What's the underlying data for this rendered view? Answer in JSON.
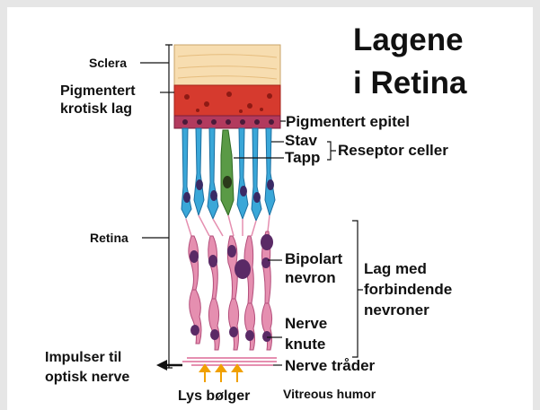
{
  "title": {
    "line1": "Lagene",
    "line2": "i Retina"
  },
  "labels": {
    "sclera": "Sclera",
    "pigment_layer_1": "Pigmentert",
    "pigment_layer_2": "krotisk lag",
    "retina": "Retina",
    "pigment_epithelium": "Pigmentert epitel",
    "rod": "Stav",
    "cone": "Tapp",
    "receptor_cells": "Reseptor celler",
    "bipolar_1": "Bipolart",
    "bipolar_2": "nevron",
    "connecting_1": "Lag med",
    "connecting_2": "forbindende",
    "connecting_3": "nevroner",
    "ganglion_1": "Nerve",
    "ganglion_2": "knute",
    "nerve_fibers": "Nerve tråder",
    "impulse_1": "Impulser til",
    "impulse_2": "optisk nerve",
    "light_waves": "Lys bølger",
    "vitreous": "Vitreous humor"
  },
  "colors": {
    "sclera": "#f7ddb0",
    "choroid": "#d63a2e",
    "epithelium": "#b23a5e",
    "rod": "#3aa7d8",
    "cone": "#5a9a46",
    "neuron": "#e58fb0",
    "nucleus": "#5a2a66",
    "arrow_light": "#f0a000"
  }
}
